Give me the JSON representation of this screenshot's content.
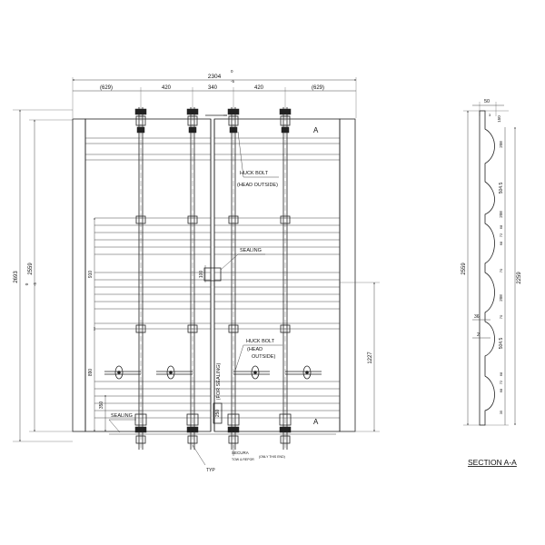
{
  "front_view": {
    "top_dims": [
      "(629)",
      "420",
      "340",
      "420",
      "(629)"
    ],
    "overall_width": "2304",
    "overall_width_tol_upper": "0",
    "overall_width_tol_lower": "-5",
    "left_height_outer": "2693",
    "left_height_inner": "2559",
    "left_height_inner_tol_upper": "0",
    "left_height_inner_tol_lower": "-5",
    "dim_910": "910",
    "dim_100": "100",
    "dim_890": "890",
    "dim_350": "350",
    "dim_250": "250",
    "dim_1227": "1227",
    "section_marker_top": "A",
    "section_marker_bottom": "A",
    "label_huck_bolt_top_line1": "HUCK BOLT",
    "label_huck_bolt_top_line2": "(HEAD OUTSIDE)",
    "label_sealing_mid": "SEALING",
    "label_huck_bolt_bottom_line1": "HUCK BOLT",
    "label_huck_bolt_bottom_line2": "(HEAD",
    "label_huck_bolt_bottom_line3": "OUTSIDE)",
    "label_for_sealing": "(FOR SEALING)",
    "label_sealing_bottom": "SEALING",
    "label_secura_line1": "SECURA",
    "label_secura_line2": "TOW & REPOR",
    "label_secura_note": "(ONLY THIS END)",
    "label_typ": "TYP"
  },
  "section_view": {
    "title": "SECTION A-A",
    "dim_50": "50",
    "dim_top_150": "150",
    "dim_top_small": "3",
    "segments": [
      "208",
      "504.5",
      "208",
      "68",
      "72",
      "68",
      "70",
      "208",
      "70",
      "504.5",
      "68",
      "72",
      "68",
      "35"
    ],
    "total_left": "2559",
    "total_right": "2259",
    "dim_36": "36",
    "dim_2": "2"
  }
}
